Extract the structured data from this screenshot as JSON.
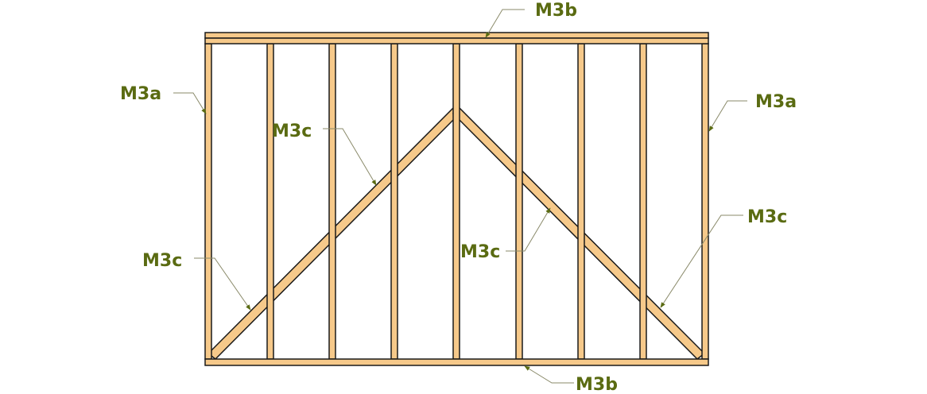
{
  "colors": {
    "wood": "#f6c98a",
    "outline": "#1a1a1a",
    "label": "#5a6b12",
    "leader": "#8a8a6a"
  },
  "labels": {
    "top_plate": "M3b",
    "bottom_plate": "M3b",
    "left_end_stud": "M3a",
    "right_end_stud": "M3a",
    "brace_left_upper": "M3c",
    "brace_left_lower": "M3c",
    "brace_right_upper": "M3c",
    "brace_right_lower": "M3c"
  }
}
